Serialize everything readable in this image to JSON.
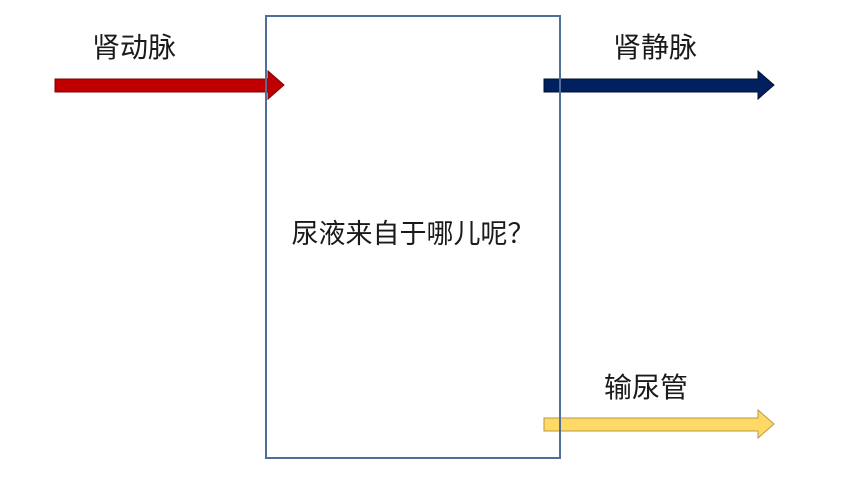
{
  "labels": {
    "renal_artery": "肾动脉",
    "renal_vein": "肾静脉",
    "ureter": "输尿管"
  },
  "kidney": {
    "question": "尿液来自于哪儿呢？"
  },
  "colors": {
    "renal_artery": "#c00000",
    "renal_vein": "#002060",
    "ureter": "#ffd966",
    "box_border": "#4f6f98"
  }
}
